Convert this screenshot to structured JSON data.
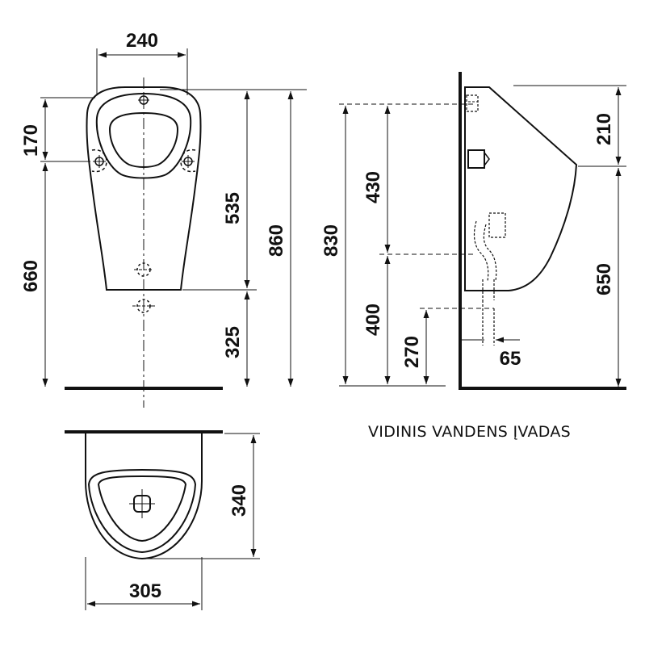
{
  "front_view": {
    "width": "240",
    "hole_offset": "170",
    "hole_height": "660",
    "top_to_waste": "535",
    "total_height": "860",
    "waste_height": "325"
  },
  "side_view": {
    "inlet_height": "830",
    "inlet_to_waste": "430",
    "waste_height": "400",
    "drain_height": "270",
    "top_to_edge": "210",
    "edge_height": "650",
    "wall_offset": "65"
  },
  "top_view": {
    "depth": "340",
    "width": "305"
  },
  "caption": "VIDINIS VANDENS ĮVADAS"
}
